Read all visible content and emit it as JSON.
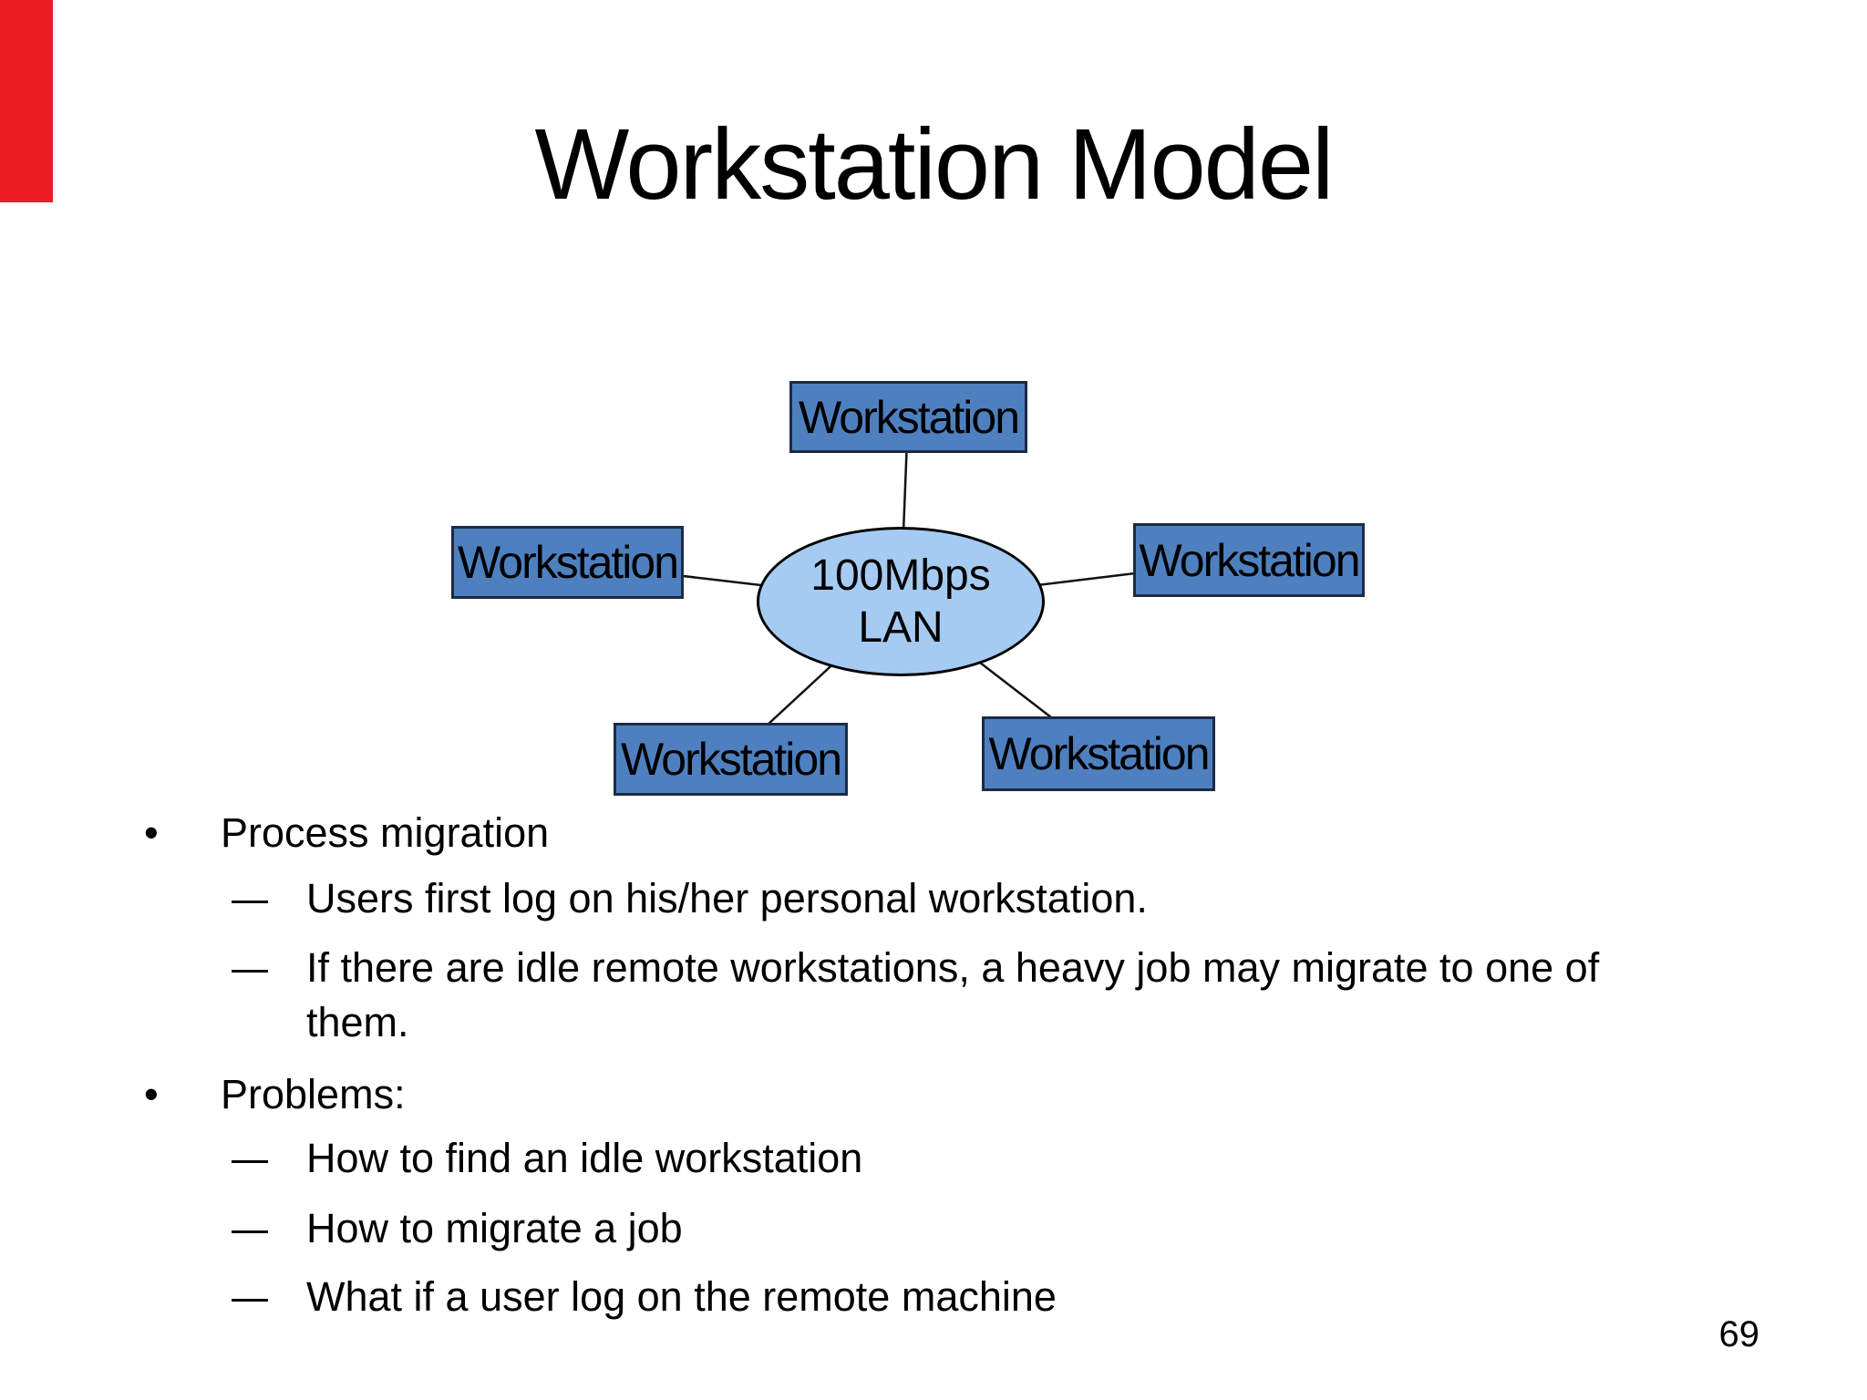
{
  "slide": {
    "title": "Workstation Model",
    "page_number": "69",
    "background_color": "#ffffff",
    "accent_bar_color": "#ed1c24"
  },
  "diagram": {
    "hub": {
      "label_line1": "100Mbps",
      "label_line2": "LAN",
      "fill_color": "#a6cbf2",
      "border_color": "#000000"
    },
    "node_fill_color": "#4e80c0",
    "node_border_color": "#1c2b44",
    "nodes": [
      {
        "id": "top",
        "label": "Workstation"
      },
      {
        "id": "left",
        "label": "Workstation"
      },
      {
        "id": "right",
        "label": "Workstation"
      },
      {
        "id": "bottom-left",
        "label": "Workstation"
      },
      {
        "id": "bottom-right",
        "label": "Workstation"
      }
    ]
  },
  "bullets": {
    "items": [
      {
        "marker": "•",
        "level": 1,
        "text": "Process migration"
      },
      {
        "marker": "–",
        "level": 2,
        "text": "Users first log on his/her personal workstation."
      },
      {
        "marker": "–",
        "level": 2,
        "text": "If there are idle remote workstations, a heavy job may migrate to one of them."
      },
      {
        "marker": "•",
        "level": 1,
        "text": "Problems:"
      },
      {
        "marker": "–",
        "level": 2,
        "text": "How to find an idle workstation"
      },
      {
        "marker": "–",
        "level": 2,
        "text": "How to migrate a job"
      },
      {
        "marker": "–",
        "level": 2,
        "text": "What if a user log on the remote machine"
      }
    ]
  }
}
